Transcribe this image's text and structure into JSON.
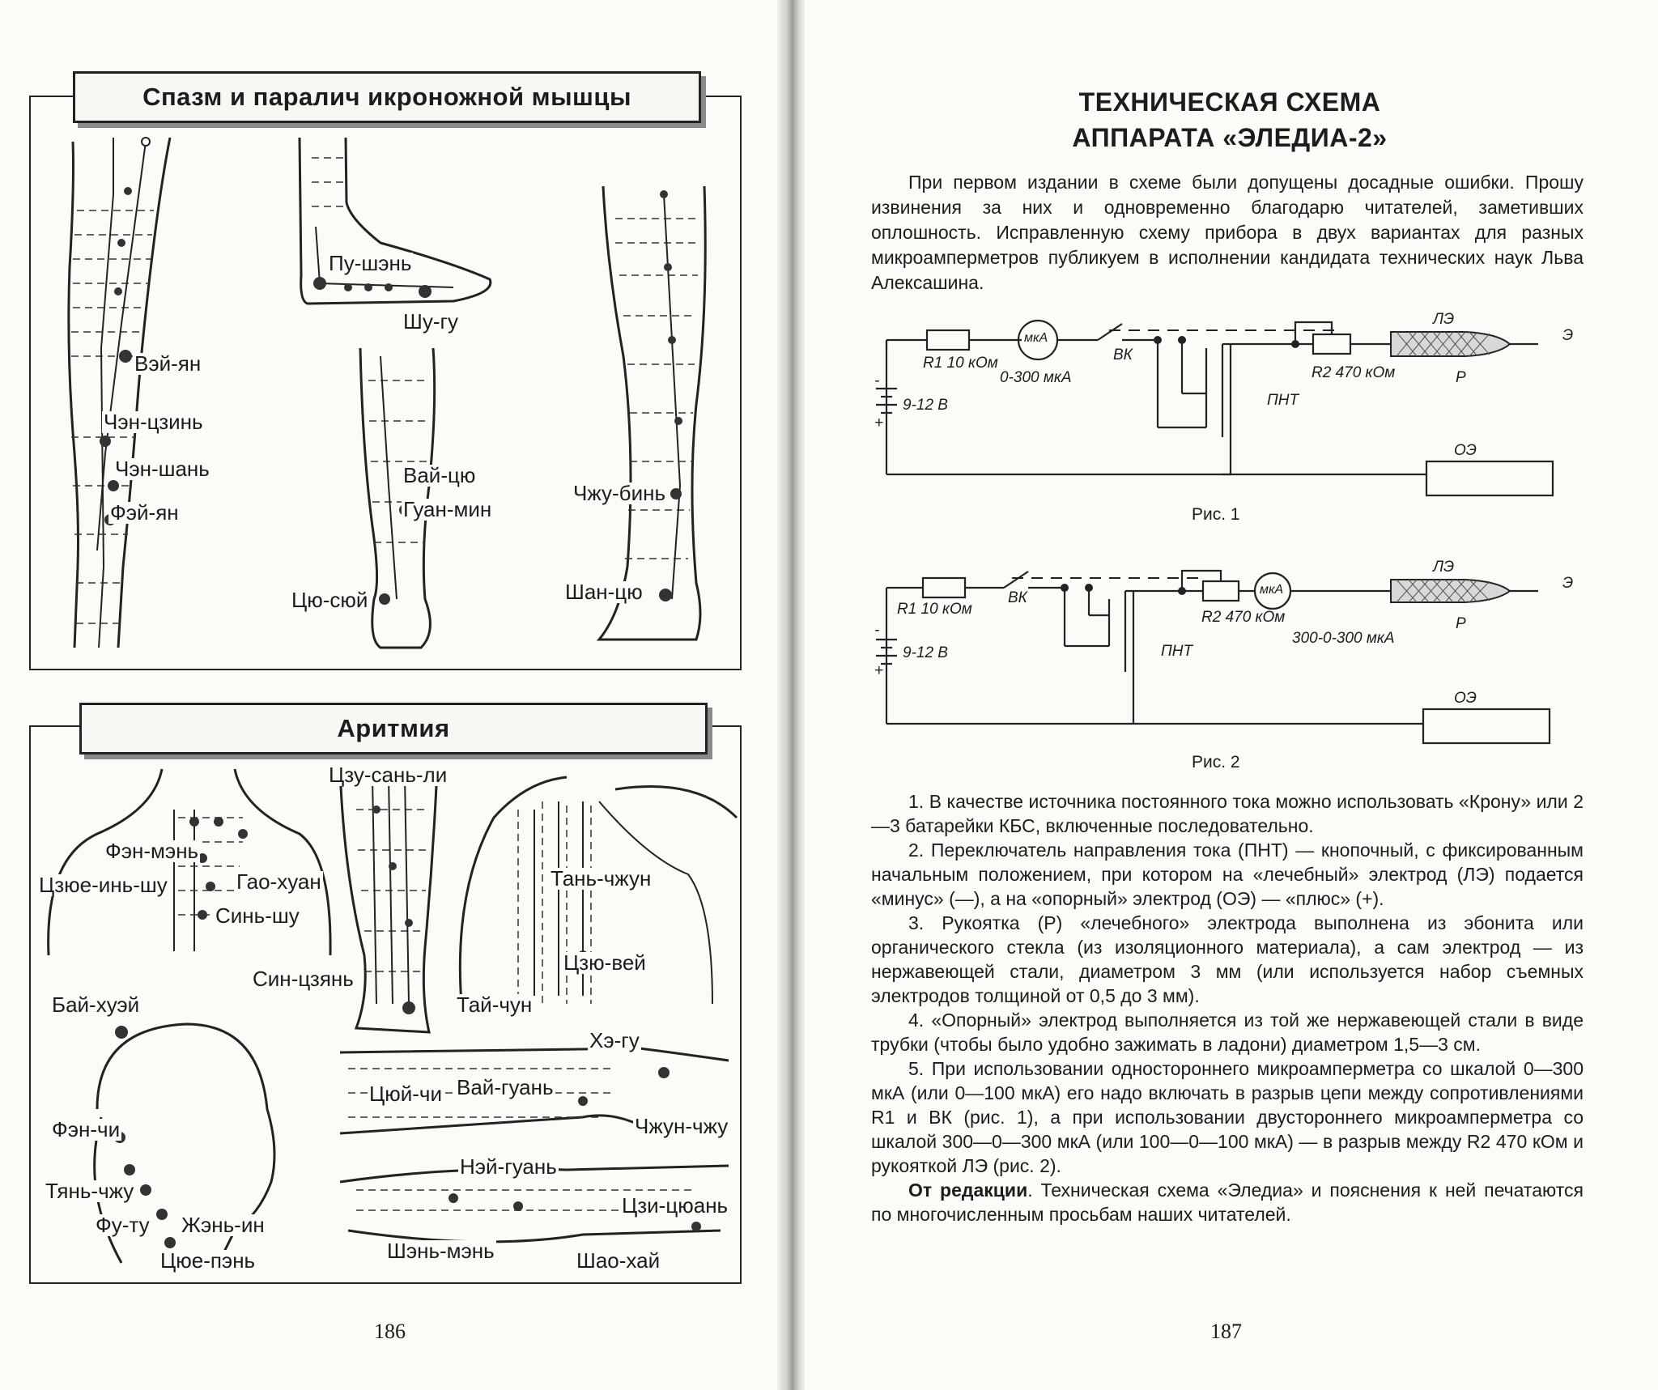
{
  "left_page": {
    "section1_title": "Спазм и паралич икроножной мышцы",
    "section1_points": [
      "Пу-шэнь",
      "Шу-гу",
      "Вэй-ян",
      "Чэн-цзинь",
      "Чэн-шань",
      "Фэй-ян",
      "Вай-цю",
      "Гуан-мин",
      "Чжу-бинь",
      "Цю-сюй",
      "Шан-цю"
    ],
    "section2_title": "Аритмия",
    "section2_points": [
      "Цзу-сань-ли",
      "Фэн-мэнь",
      "Цзюе-инь-шу",
      "Гао-хуан",
      "Синь-шу",
      "Тань-чжун",
      "Цзю-вей",
      "Син-цзянь",
      "Тай-чун",
      "Бай-хуэй",
      "Хэ-гу",
      "Цюй-чи",
      "Вай-гуань",
      "Чжун-чжу",
      "Фэн-чи",
      "Нэй-гуань",
      "Тянь-чжу",
      "Цзи-цюань",
      "Фу-ту",
      "Жэнь-ин",
      "Шэнь-мэнь",
      "Шао-хай",
      "Цюе-пэнь"
    ],
    "page_number": "186"
  },
  "right_page": {
    "title_line1": "ТЕХНИЧЕСКАЯ СХЕМА",
    "title_line2": "АППАРАТА «ЭЛЕДИА-2»",
    "intro": "При первом издании в схеме были допущены досадные ошибки. Прошу извинения за них и одновременно благодарю читателей, заметивших оплошность. Исправленную схему прибора в двух вариантах для разных микроамперметров публикуем в исполнении кандидата технических наук Льва Алексашина.",
    "fig1": {
      "caption": "Рис. 1",
      "labels": {
        "r1": "R1 10 кОм",
        "meter": "мкА",
        "meter_range": "0-300 мкА",
        "switch": "ВК",
        "r2": "R2 470 кОм",
        "pnt": "ПНТ",
        "battery": "9-12 В",
        "minus": "-",
        "plus": "+",
        "le": "ЛЭ",
        "e": "Э",
        "p": "Р",
        "oe": "ОЭ"
      }
    },
    "fig2": {
      "caption": "Рис. 2",
      "labels": {
        "r1": "R1 10 кОм",
        "switch": "ВК",
        "r2": "R2 470 кОм",
        "meter": "мкА",
        "meter_range": "300-0-300 мкА",
        "pnt": "ПНТ",
        "battery": "9-12 В",
        "minus": "-",
        "plus": "+",
        "le": "ЛЭ",
        "e": "Э",
        "p": "Р",
        "oe": "ОЭ"
      }
    },
    "notes": [
      "1. В качестве источника постоянного тока можно использовать «Крону» или 2—3 батарейки КБС, включенные последовательно.",
      "2. Переключатель направления тока (ПНТ) — кнопочный, с фиксированным начальным положением, при котором на «лечебный» электрод (ЛЭ) подается «минус» (—), а на «опорный» электрод (ОЭ) — «плюс» (+).",
      "3. Рукоятка (Р) «лечебного» электрода выполнена из эбонита или органического стекла (из изоляционного материала), а сам электрод — из нержавеющей стали, диаметром 3 мм (или используется набор съемных электродов толщиной от 0,5 до 3 мм).",
      "4. «Опорный» электрод выполняется из той же нержавеющей стали в виде трубки (чтобы было удобно зажимать в ладони) диаметром 1,5—3 см.",
      "5. При использовании одностороннего микроамперметра со шкалой 0—300 мкА (или 0—100 мкА) его надо включать в разрыв цепи между сопротивлениями R1 и ВК (рис. 1), а при использовании двустороннего микроамперметра со шкалой 300—0—300 мкА (или 100—0—100 мкА) — в разрыв между R2 470 кОм и рукояткой ЛЭ (рис. 2)."
    ],
    "editor_label": "От редакции",
    "editor_text": ". Техническая схема «Эледиа» и пояснения к ней печатаются по многочисленным просьбам наших читателей.",
    "page_number": "187"
  }
}
